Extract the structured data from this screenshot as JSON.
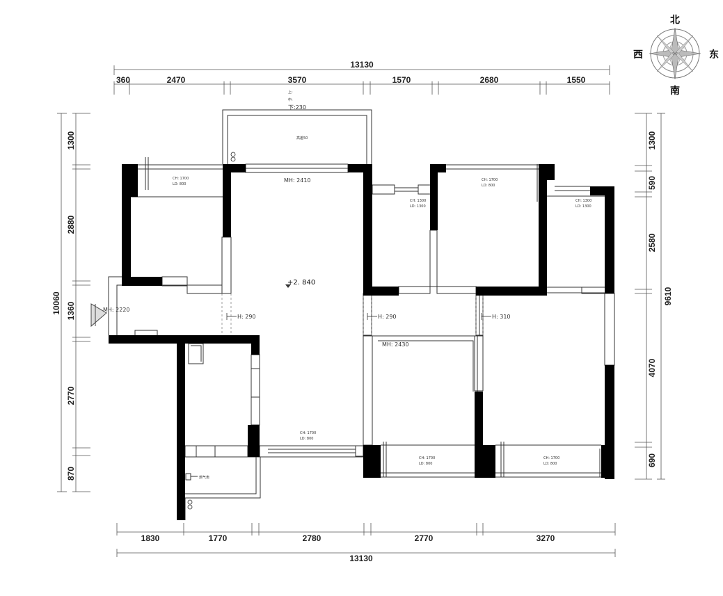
{
  "compass": {
    "north": "北",
    "south": "南",
    "east": "东",
    "west": "西"
  },
  "dims": {
    "top_total": "13130",
    "top": [
      "360",
      "2470",
      "3570",
      "1570",
      "2680",
      "1550"
    ],
    "bottom": [
      "1830",
      "1770",
      "2780",
      "2770",
      "3270"
    ],
    "bottom_total": "13130",
    "left": [
      "1300",
      "2880",
      "1360",
      "2770",
      "870"
    ],
    "left_total": "10060",
    "right": [
      "1300",
      "590",
      "2580",
      "4070",
      "690"
    ],
    "right_total": "9610"
  },
  "labels": {
    "balcony_top_1": "上:",
    "balcony_top_2": "中:",
    "balcony_top_3": "下:230",
    "balcony_note": "高差50",
    "mh_living": "MH: 2410",
    "mh_entry": "MH: 2220",
    "mh_bedroom": "MH: 2430",
    "level": "+2. 840",
    "h_290_a": "H: 290",
    "h_290_b": "H: 290",
    "h_310": "H: 310",
    "gas_meter": "燃气表",
    "window_notes": [
      {
        "ch": "CH: 1700",
        "ld": "LD: 800"
      },
      {
        "ch": "CH: 1300",
        "ld": "LD: 1300"
      },
      {
        "ch": "CH: 1700",
        "ld": "LD: 800"
      },
      {
        "ch": "CH: 1300",
        "ld": "LD: 1300"
      },
      {
        "ch": "CH: 1700",
        "ld": "LD: 800"
      },
      {
        "ch": "CH: 1700",
        "ld": "LD: 800"
      },
      {
        "ch": "CH: 1700",
        "ld": "LD: 800"
      }
    ]
  }
}
